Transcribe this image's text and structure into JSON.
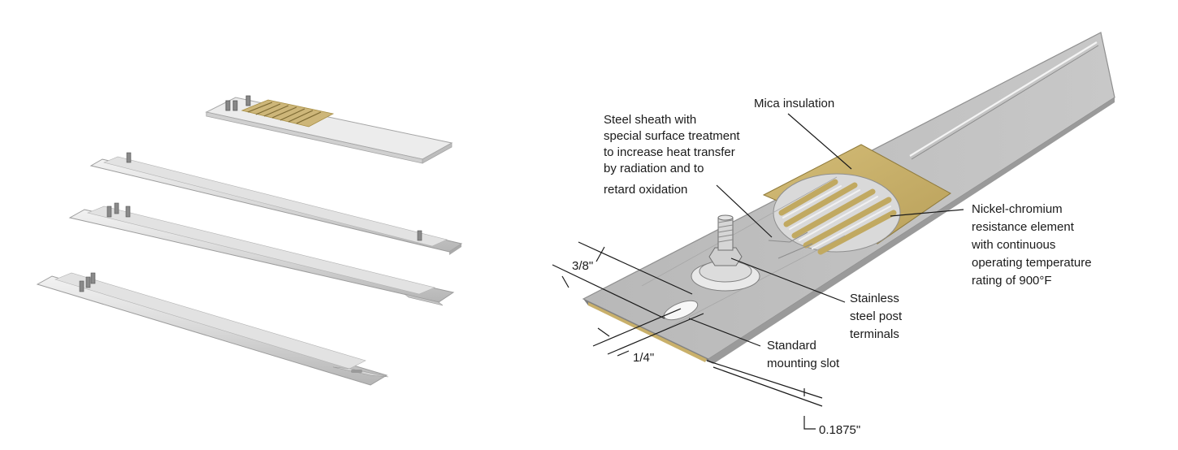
{
  "callouts": {
    "mica": [
      "Mica insulation"
    ],
    "sheath": [
      "Steel sheath with",
      "special surface treatment",
      "to increase heat transfer",
      "by radiation and to",
      "retard oxidation"
    ],
    "element": [
      "Nickel-chromium",
      "resistance element",
      "with continuous",
      "operating temperature",
      "rating of 900°F"
    ],
    "terminals": [
      "Stainless",
      "steel post",
      "terminals"
    ],
    "slot": [
      "Standard",
      "mounting slot"
    ]
  },
  "dimensions": {
    "width": "3/8\"",
    "slot": "1/4\"",
    "thickness": "0.1875\""
  },
  "colors": {
    "steel_light": "#e9e9e9",
    "steel_mid": "#c9c9c9",
    "steel_dark": "#9a9a9a",
    "mica": "#c9b06a",
    "mica_edge": "#a88f45"
  }
}
